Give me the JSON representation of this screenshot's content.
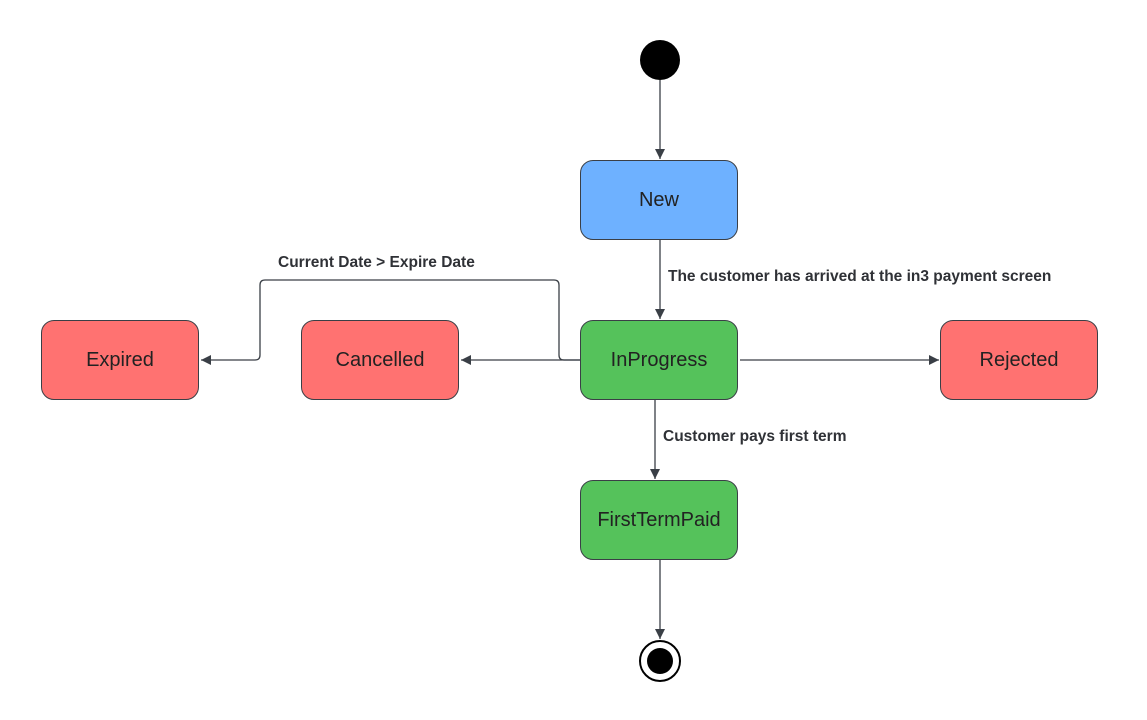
{
  "colors": {
    "new": "#6eb1ff",
    "progress": "#55c25b",
    "terminal_fail": "#ff7271",
    "edge": "#3a3f46",
    "pseudo": "#000000"
  },
  "states": {
    "new": "New",
    "in_progress": "InProgress",
    "expired": "Expired",
    "cancelled": "Cancelled",
    "rejected": "Rejected",
    "first_term_paid": "FirstTermPaid"
  },
  "transitions": {
    "new_to_in_progress": "The customer has arrived at the in3 payment screen",
    "in_progress_to_expired": "Current Date > Expire Date",
    "in_progress_to_first_term_paid": "Customer pays first term"
  }
}
